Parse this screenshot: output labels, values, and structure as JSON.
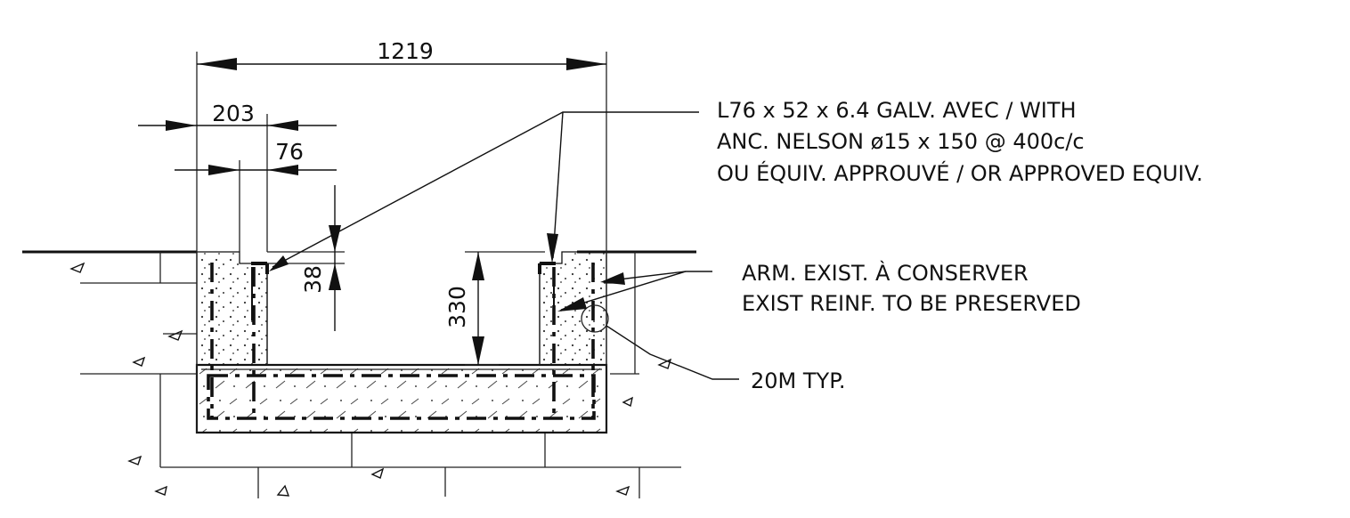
{
  "dimensions": {
    "overall_width": "1219",
    "wall_width": "203",
    "angle_leg": "76",
    "recess_depth": "38",
    "wall_height": "330"
  },
  "notes": {
    "angle": {
      "line1": "L76 x 52 x 6.4 GALV. AVEC / WITH",
      "line2": "ANC. NELSON ø15 x 150 @ 400c/c",
      "line3": "OU ÉQUIV. APPROUVÉ / OR APPROVED EQUIV."
    },
    "reinforcement": {
      "line1": "ARM. EXIST. À CONSERVER",
      "line2": "EXIST REINF. TO BE PRESERVED"
    },
    "bar_size": "20M TYP."
  }
}
